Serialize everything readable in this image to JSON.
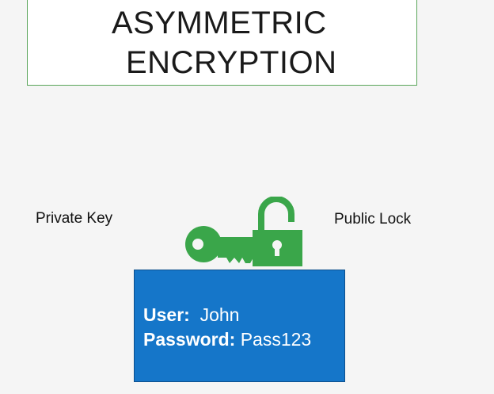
{
  "title": {
    "line1": "ASYMMETRIC",
    "line2": "ENCRYPTION"
  },
  "labels": {
    "private_key": "Private Key",
    "public_lock": "Public Lock"
  },
  "credentials": {
    "user_label": "User:",
    "user_value": "John",
    "password_label": "Password:",
    "password_value": "Pass123"
  },
  "colors": {
    "icon_green": "#3aa64a",
    "box_blue": "#1576c9",
    "title_border": "#5aa55a"
  },
  "icons": [
    "key-icon",
    "padlock-open-icon"
  ]
}
